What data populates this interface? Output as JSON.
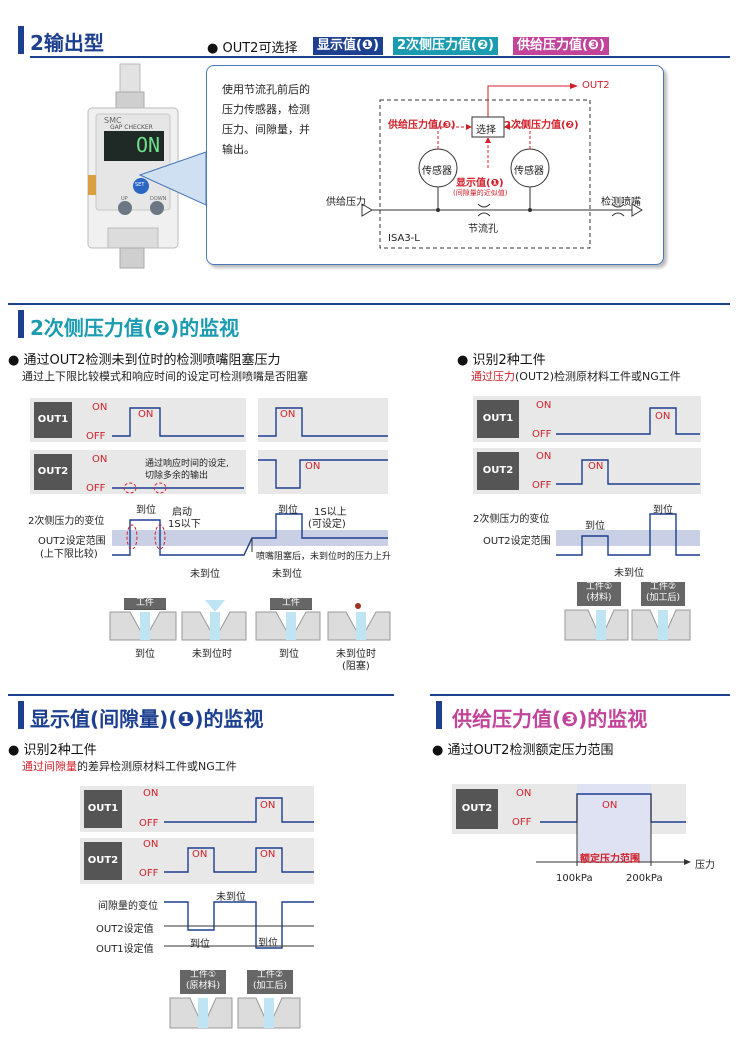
{
  "sec1": {
    "title": "2输出型",
    "lead": "OUT2可选择",
    "badges": [
      "显示值(❶)",
      "2次侧压力值(❷)",
      "供给压力值(❸)"
    ],
    "description": [
      "使用节流孔前后的",
      "压力传感器，检测",
      "压力、间隙量，并",
      "输出。"
    ],
    "device_brand": "SMC",
    "device_label": "GAP CHECKER",
    "device_display": "ON",
    "device_buttons": [
      "SET",
      "UP",
      "DOWN"
    ],
    "diagram": {
      "out2": "OUT2",
      "select": "选择",
      "supply_value": "供给压力值(❸)",
      "secondary_value": "2次侧压力值(❷)",
      "sensor_left": "传感器",
      "sensor_right": "传感器",
      "display_value": "显示值(❶)",
      "display_note": "(间隙量的近似值)",
      "supply_pressure": "供给压力",
      "nozzle": "检测喷嘴",
      "orifice": "节流孔",
      "model": "ISA3-L"
    }
  },
  "sec2": {
    "title": "2次侧压力值(❷)的监视",
    "left": {
      "bullet": "通过OUT2检测未到位时的检测喷嘴阻塞压力",
      "sub": "通过上下限比较模式和响应时间的设定可检测喷嘴是否阻塞",
      "out1": "OUT1",
      "out2": "OUT2",
      "on": "ON",
      "off": "OFF",
      "note": [
        "通过响应时间的设定,",
        "切除多余的输出"
      ],
      "arrived": "到位",
      "start": "启动",
      "below": "1S以下",
      "above": "1S以上",
      "settable": "(可设定)",
      "var": "2次侧压力的变位",
      "range": "OUT2设定范围",
      "range_sub": "(上下限比较)",
      "clog": "喷嘴阻塞后，未到位时的压力上升",
      "not_arrived": "未到位",
      "workpiece": "工件",
      "wp_captions": [
        "到位",
        "未到位时",
        "到位",
        "未到位时"
      ],
      "wp_clog": "(阻塞)"
    },
    "right": {
      "bullet": "识别2种工件",
      "sub_red": "通过压力",
      "sub_rest": "(OUT2)检测原材料工件或NG工件",
      "out1": "OUT1",
      "out2": "OUT2",
      "on": "ON",
      "off": "OFF",
      "var": "2次侧压力的变位",
      "range": "OUT2设定范围",
      "arrived": "到位",
      "not_arrived": "未到位",
      "wp1": [
        "工件①",
        "(材料)"
      ],
      "wp2": [
        "工件②",
        "(加工后)"
      ]
    }
  },
  "sec3": {
    "title": "显示值(间隙量)(❶)的监视",
    "bullet": "识别2种工件",
    "sub_red": "通过间隙量",
    "sub_rest": "的差异检测原材料工件或NG工件",
    "out1": "OUT1",
    "out2": "OUT2",
    "on": "ON",
    "off": "OFF",
    "not_arrived": "未到位",
    "gap_var": "间隙量的变位",
    "out2_set": "OUT2设定值",
    "out1_set": "OUT1设定值",
    "arrived": "到位",
    "wp1": [
      "工件①",
      "(原材料)"
    ],
    "wp2": [
      "工件②",
      "(加工后)"
    ]
  },
  "sec4": {
    "title": "供给压力值(❸)的监视",
    "bullet": "通过OUT2检测额定压力范围",
    "out2": "OUT2",
    "on": "ON",
    "off": "OFF",
    "rated": "额定压力范围",
    "axis": "压力",
    "p1": "100kPa",
    "p2": "200kPa"
  },
  "colors": {
    "navy": "#1d3f8f",
    "teal": "#1a9bb0",
    "magenta": "#c2449a",
    "red": "#d0202a"
  }
}
